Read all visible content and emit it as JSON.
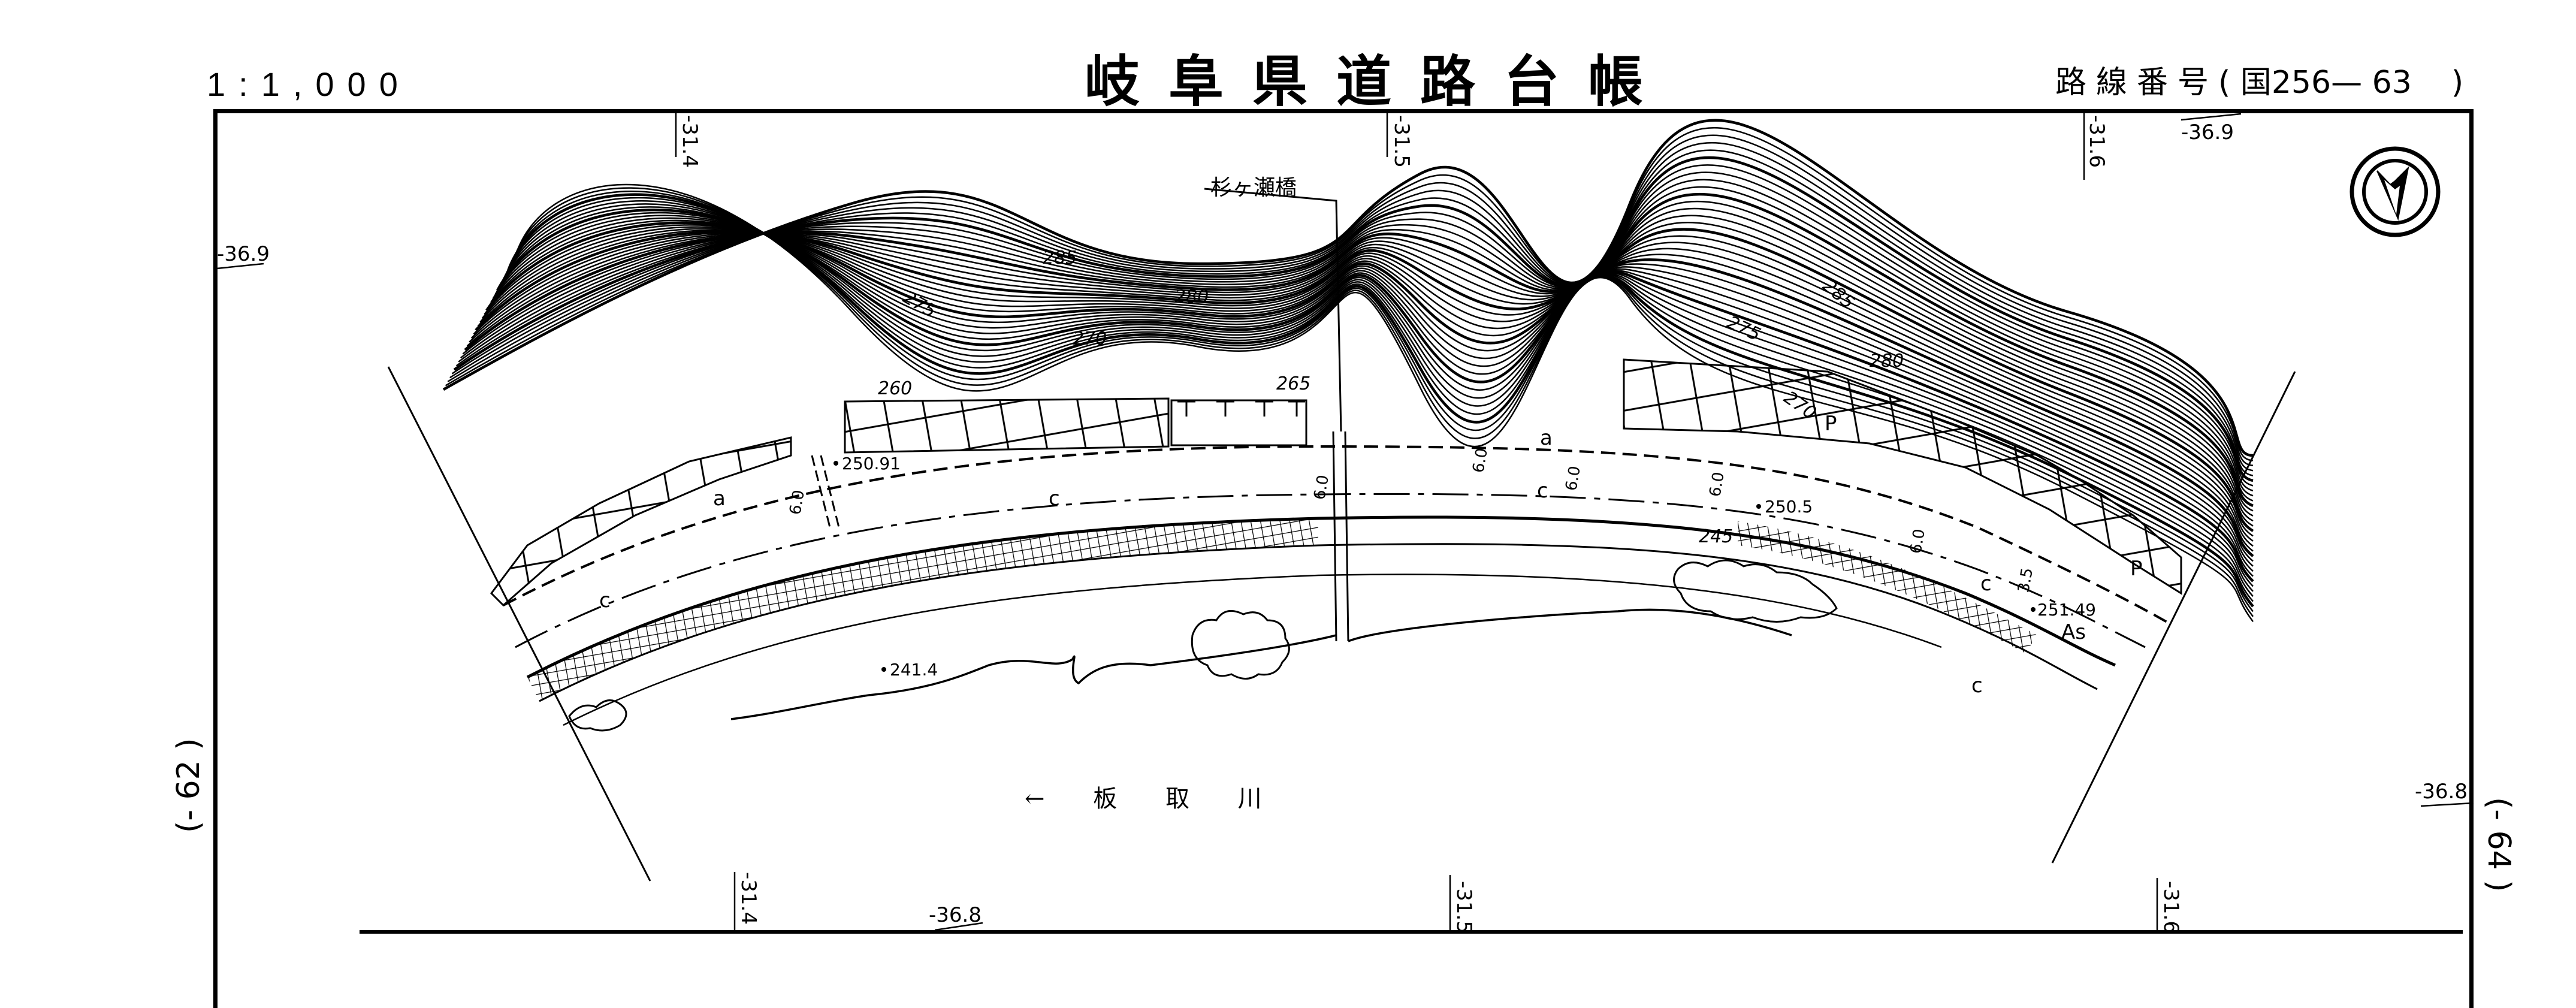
{
  "header": {
    "scale": "1:1,000",
    "title": "岐阜県道路台帳",
    "route_label": "路線番号",
    "route_open": "(",
    "route_number": "国256— 63",
    "route_close": ")"
  },
  "side_labels": {
    "left": "(- 62 )",
    "right": "(- 64 )"
  },
  "grid_labels": {
    "top": [
      "-31.4",
      "-31.5",
      "-31.6",
      "-36.9"
    ],
    "left": [
      "-36.9"
    ],
    "right": [
      "-36.8"
    ],
    "bottom": [
      "-31.4",
      "-36.8",
      "-31.5",
      "-31.6"
    ]
  },
  "map": {
    "bridge_name": "杉ヶ瀬橋",
    "river_name": "← 板  取  川",
    "contours": [
      "285",
      "280",
      "275",
      "270",
      "265",
      "260",
      "245",
      "275",
      "285",
      "280",
      "270"
    ],
    "spot_heights": [
      "250.91",
      "250.5",
      "251.49",
      "241.4"
    ],
    "road_width": [
      "6.0",
      "6.0",
      "6.0",
      "6.0",
      "6.0",
      "6.0",
      "3.5"
    ],
    "surface_codes": [
      "a",
      "c",
      "c",
      "c",
      "a",
      "P",
      "c",
      "As",
      "c",
      "P"
    ]
  },
  "north_arrow": "north-arrow-icon",
  "colors": {
    "ink": "#000000",
    "paper": "#ffffff"
  }
}
